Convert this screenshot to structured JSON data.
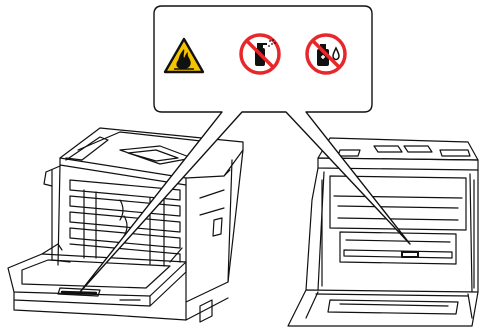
{
  "colors": {
    "line": "#111111",
    "paper": "#ffffff",
    "warning_yellow": "#f5c400",
    "prohibition_red": "#e8272a",
    "icon_black": "#111111"
  },
  "callout": {
    "icons": [
      {
        "name": "flammable-warning-icon",
        "shape": "yellow triangle with flame"
      },
      {
        "name": "no-spray-can-icon",
        "shape": "red prohibition circle over aerosol spray"
      },
      {
        "name": "no-liquid-bottle-icon",
        "shape": "red prohibition circle over bottle and droplet"
      }
    ]
  },
  "printers": [
    {
      "name": "printer-left-front-cover-open"
    },
    {
      "name": "printer-right-front-cover-open"
    }
  ]
}
